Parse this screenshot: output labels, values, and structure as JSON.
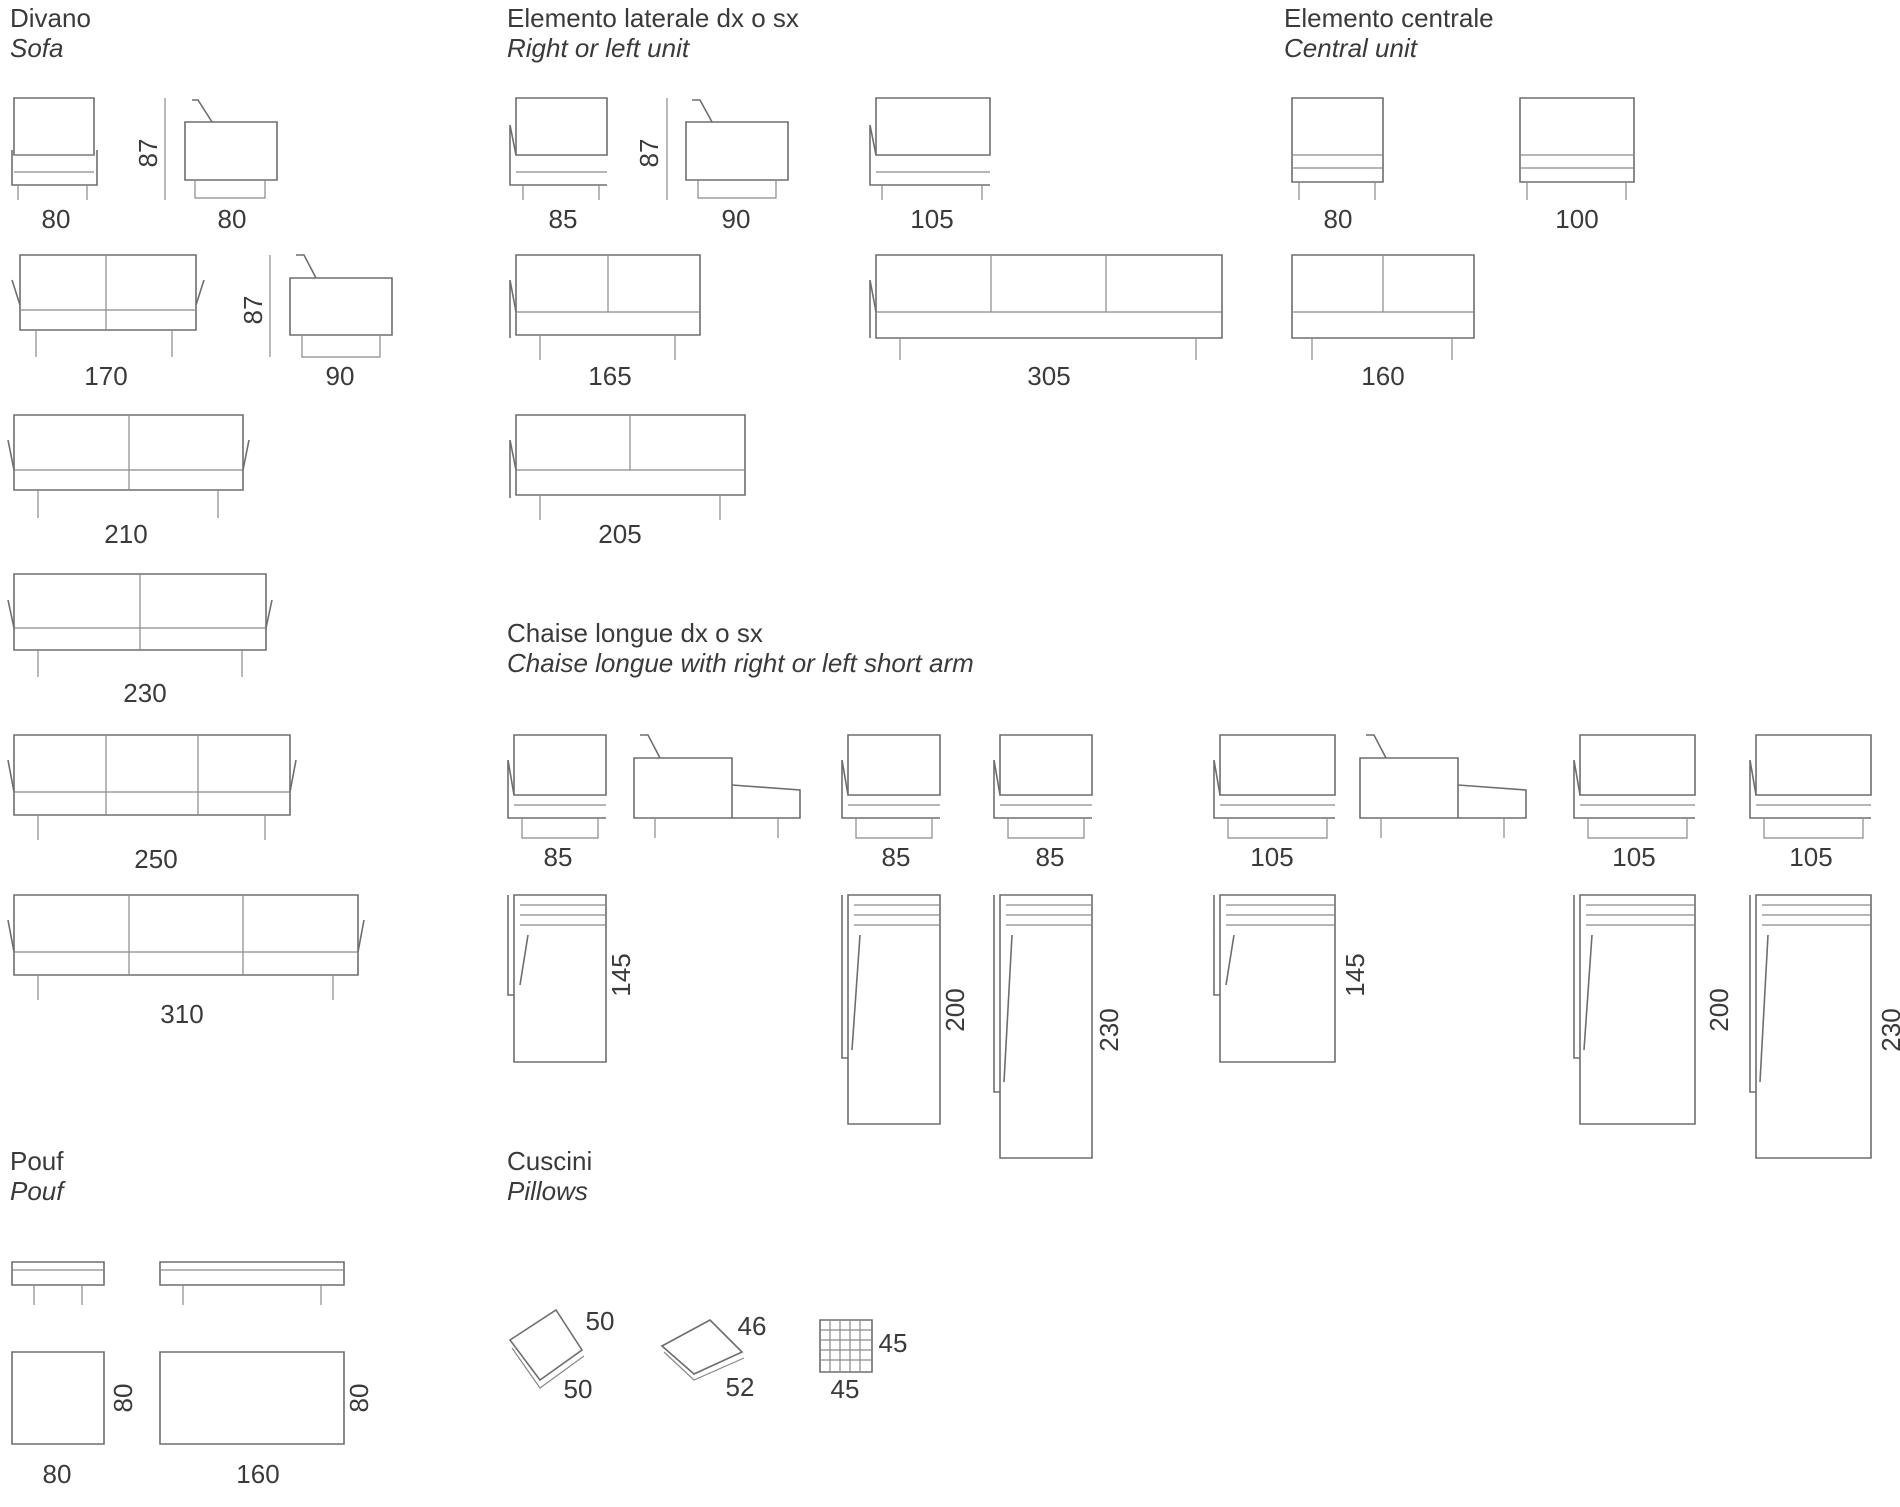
{
  "sections": {
    "sofa": {
      "title": "Divano",
      "subtitle": "Sofa"
    },
    "side_unit": {
      "title": "Elemento laterale dx o sx",
      "subtitle": "Right or left unit"
    },
    "central_unit": {
      "title": "Elemento centrale",
      "subtitle": "Central unit"
    },
    "chaise": {
      "title": "Chaise longue dx o sx",
      "subtitle": "Chaise longue with right or left short arm"
    },
    "pouf": {
      "title": "Pouf",
      "subtitle": "Pouf"
    },
    "pillows": {
      "title": "Cuscini",
      "subtitle": "Pillows"
    }
  },
  "dimensions": {
    "sofa": {
      "armchair_width": "80",
      "armchair_height": "87",
      "armchair_depth": "80",
      "two_seat_width": "170",
      "two_seat_height": "87",
      "two_seat_depth": "90",
      "w210": "210",
      "w230": "230",
      "w250": "250",
      "w310": "310"
    },
    "side_unit": {
      "single_width": "85",
      "single_height": "87",
      "single_depth": "90",
      "wide_single_width": "105",
      "w165": "165",
      "w305": "305",
      "w205": "205"
    },
    "central_unit": {
      "w80": "80",
      "w100": "100",
      "w160": "160"
    },
    "chaise": {
      "a_width": "85",
      "a_length": "145",
      "b_width": "85",
      "b_length": "200",
      "c_width": "85",
      "c_length": "230",
      "d_width": "105",
      "d_length": "145",
      "e_width": "105",
      "e_length": "200",
      "f_width": "105",
      "f_length": "230"
    },
    "pouf": {
      "small_width": "80",
      "small_depth": "80",
      "large_width": "160",
      "large_depth": "80"
    },
    "pillows": {
      "p1_w": "50",
      "p1_d": "50",
      "p2_w": "46",
      "p2_d": "52",
      "p3_w": "45",
      "p3_d": "45"
    }
  }
}
